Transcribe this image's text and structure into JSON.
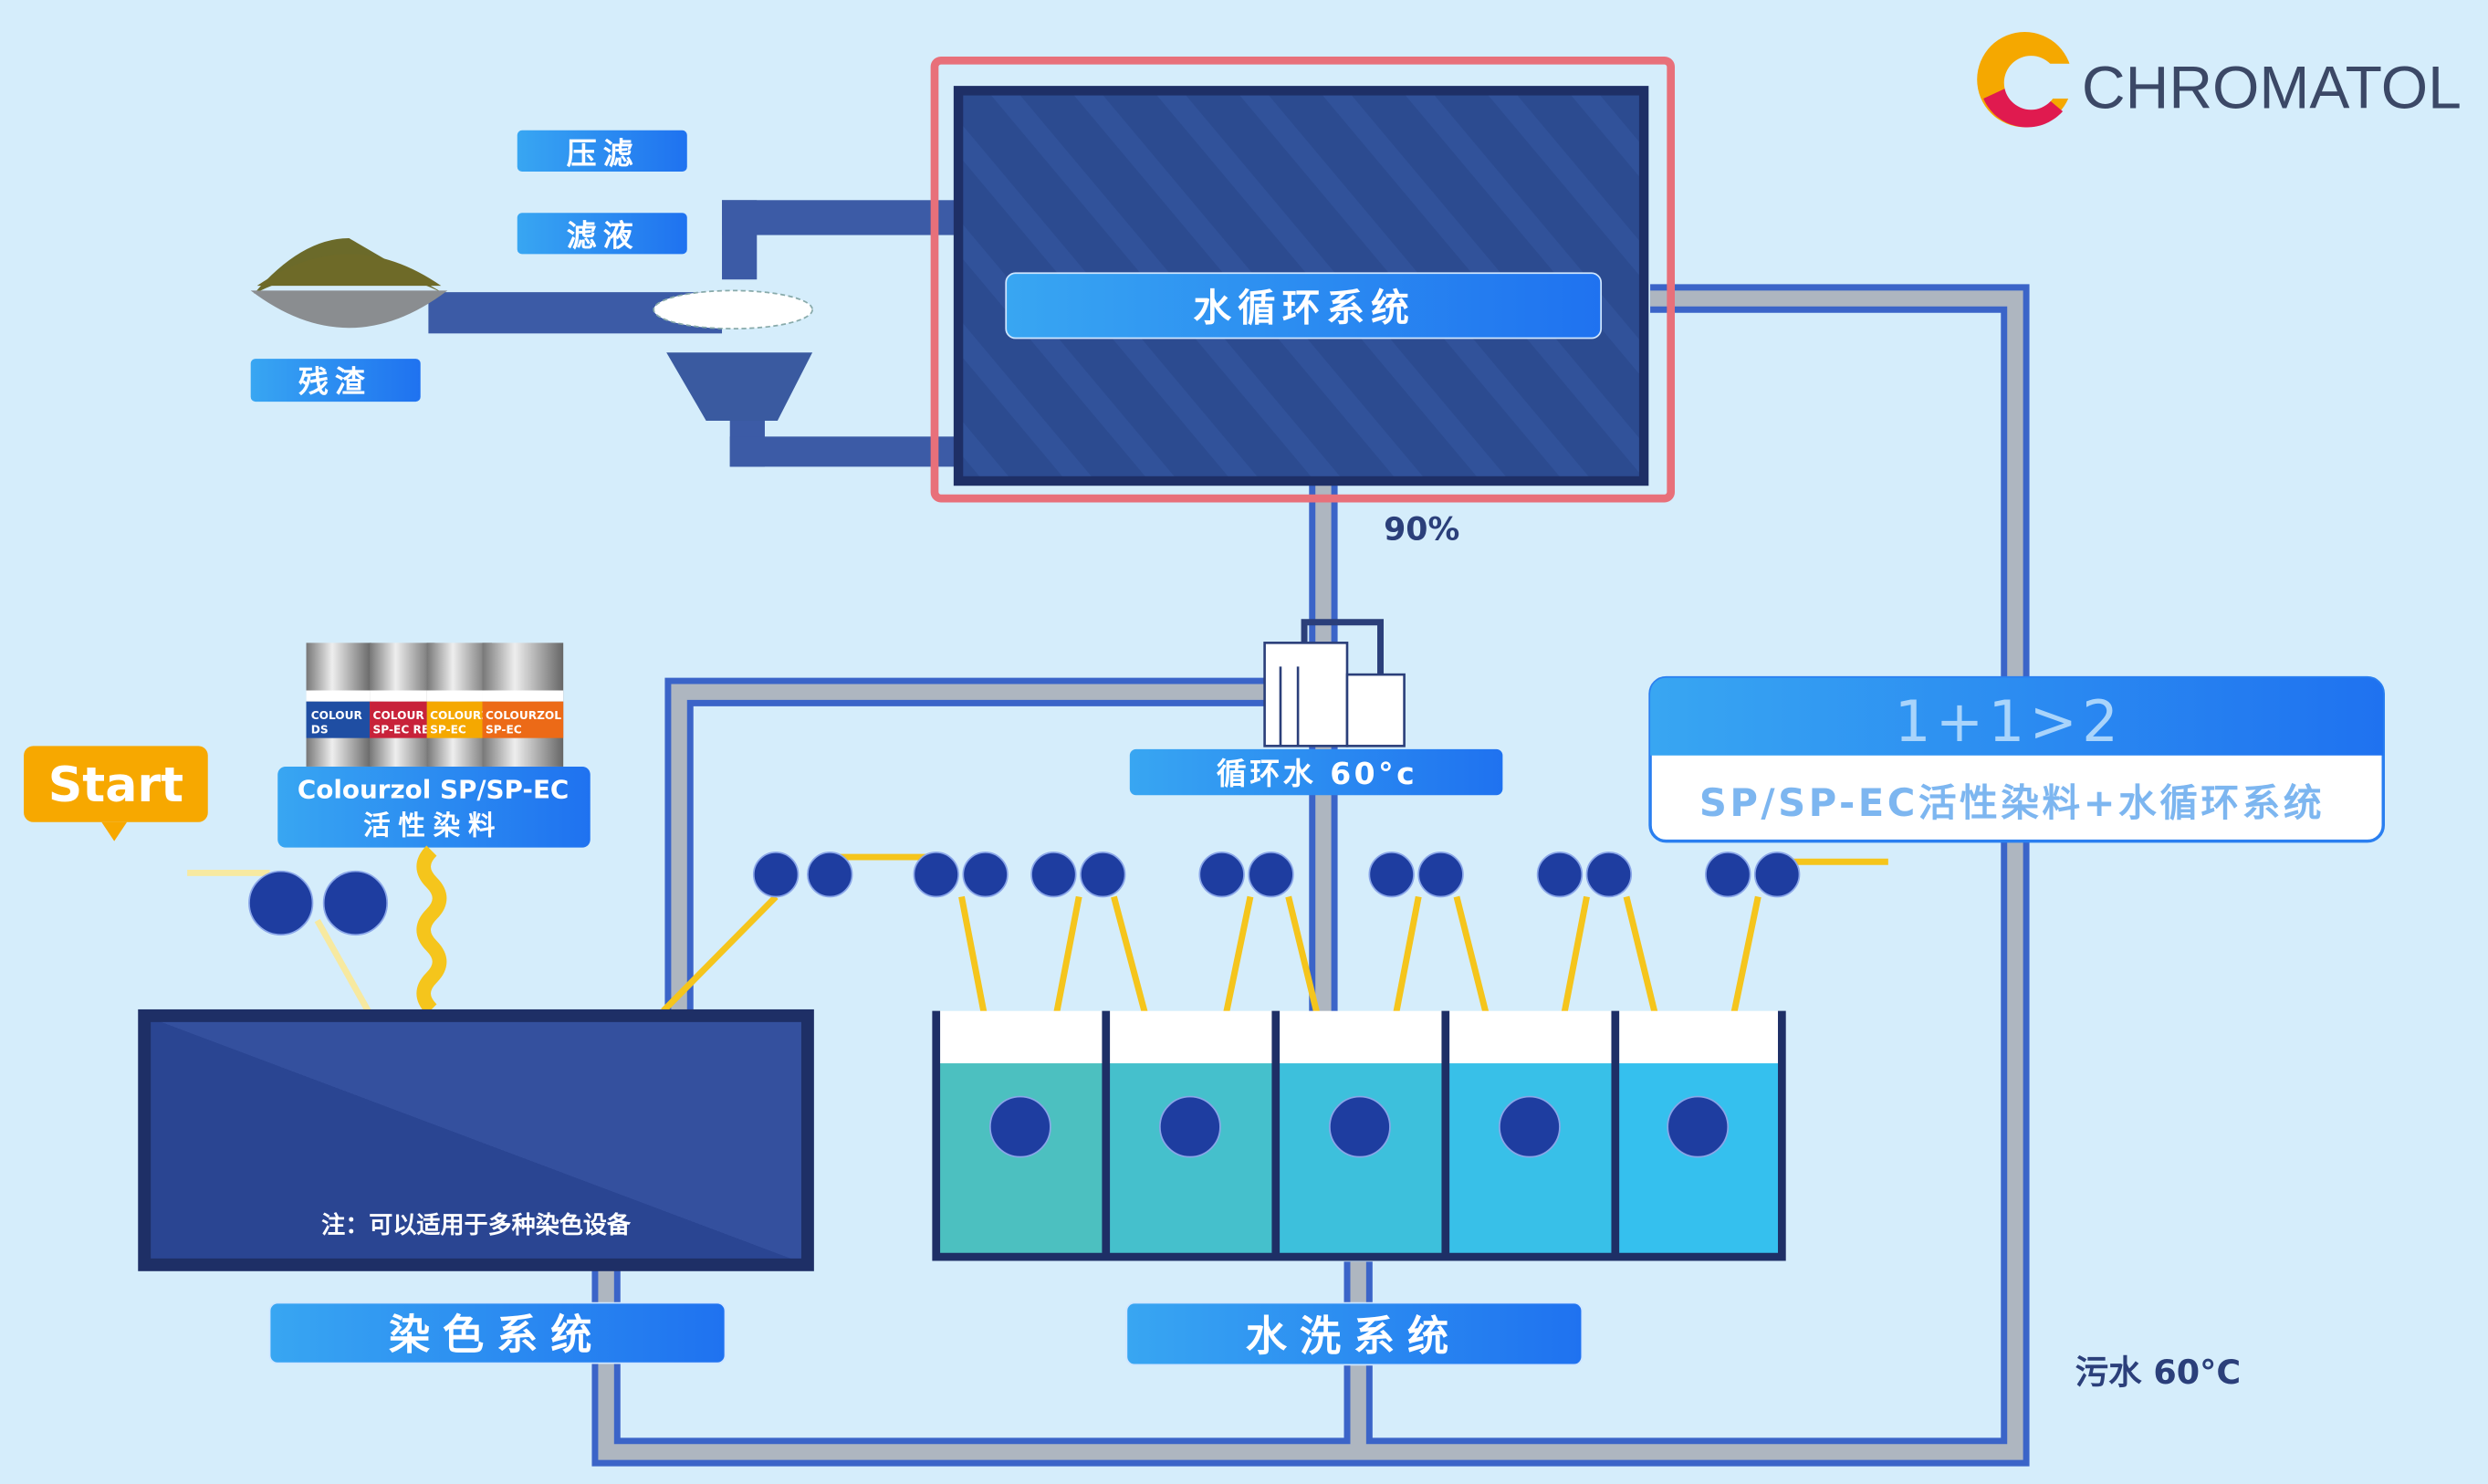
{
  "logo": {
    "text": "CHROMATOL"
  },
  "labels": {
    "press_filter": "压滤",
    "filtrate": "滤液",
    "residue": "残渣",
    "water_cycle_system": "水循环系统",
    "recovery_rate": "90%",
    "circulating_water": "循环水 60°c",
    "start": "Start",
    "dye_product_line1": "Colourzol SP/SP-EC",
    "dye_product_line2": "活性染料",
    "dyeing_note": "注：可以适用于多种染色设备",
    "dyeing_system": "染色系统",
    "washing_system": "水洗系统",
    "waste_water": "污水 60°C"
  },
  "info_box": {
    "title": "1+1>2",
    "subtitle": "SP/SP-EC活性染料+水循环系统"
  },
  "dye_cans": [
    {
      "line1": "COLOUR",
      "line2": "DS",
      "color": "#1f4ea3"
    },
    {
      "line1": "COLOUR",
      "line2": "SP-EC RE",
      "color": "#c8223a"
    },
    {
      "line1": "COLOURZ",
      "line2": "SP-EC",
      "color": "#f5a800"
    },
    {
      "line1": "COLOURZOL",
      "line2": "SP-EC",
      "color": "#ec6a17"
    }
  ],
  "colors": {
    "background": "#d5edfb",
    "tank": "#243d85",
    "accent": "#1f7ff0",
    "highlight": "#e8707a",
    "fabric": "#f5c51c",
    "start": "#f7a800"
  }
}
